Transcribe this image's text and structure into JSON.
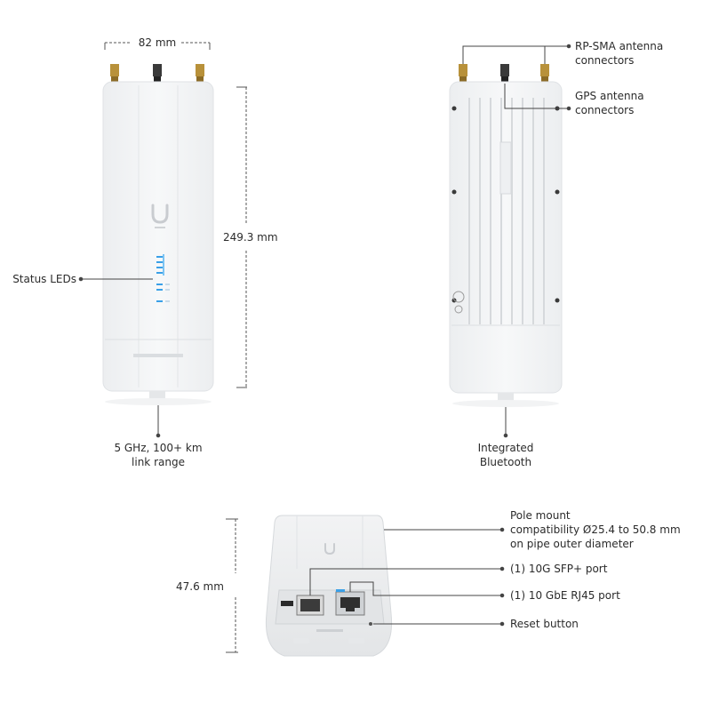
{
  "front": {
    "width_dim": "82 mm",
    "height_dim": "249.3 mm",
    "status_leds_label": "Status LEDs",
    "range_label": [
      "5 GHz, 100+ km",
      "link range"
    ]
  },
  "back": {
    "rpsma_label": [
      "RP-SMA antenna",
      "connectors"
    ],
    "gps_label": [
      "GPS antenna",
      "connectors"
    ],
    "bluetooth_label": [
      "Integrated",
      "Bluetooth"
    ]
  },
  "bottom": {
    "depth_dim": "47.6 mm",
    "pole_mount_label": [
      "Pole mount",
      "compatibility Ø25.4 to 50.8 mm",
      "on pipe outer diameter"
    ],
    "sfp_label": "(1) 10G SFP+ port",
    "rj45_label": "(1) 10 GbE RJ45 port",
    "reset_label": "Reset button"
  },
  "colors": {
    "body": "#f4f5f6",
    "outline": "#d9dcdf",
    "led": "#3aa0e8",
    "callout": "#444444",
    "gold": "#b8913a",
    "dark_connector": "#3a3a3a"
  }
}
